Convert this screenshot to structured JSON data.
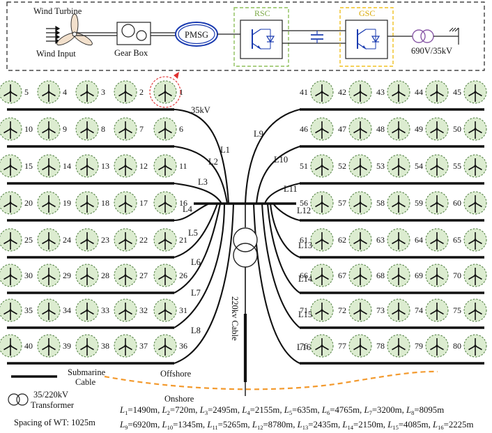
{
  "top_panel": {
    "wind_turbine_label": "Wind Turbine",
    "wind_input_label": "Wind Input",
    "gear_box_label": "Gear Box",
    "pmsg_label": "PMSG",
    "rsc_label": "RSC",
    "gsc_label": "GSC",
    "transformer_label": "690V/35kV",
    "colors": {
      "rsc_border": "#8dbf5a",
      "gsc_border": "#f0c020",
      "pmsg": "#1a3bb0",
      "converter": "#1a3bb0",
      "transformer": "#8a5aa8"
    }
  },
  "farm": {
    "left_rows": [
      [
        5,
        4,
        3,
        2,
        1
      ],
      [
        10,
        9,
        8,
        7,
        6
      ],
      [
        15,
        14,
        13,
        12,
        11
      ],
      [
        20,
        19,
        18,
        17,
        16
      ],
      [
        25,
        24,
        23,
        22,
        21
      ],
      [
        30,
        29,
        28,
        27,
        26
      ],
      [
        35,
        34,
        33,
        32,
        31
      ],
      [
        40,
        39,
        38,
        37,
        36
      ]
    ],
    "right_rows": [
      [
        41,
        42,
        43,
        44,
        45
      ],
      [
        46,
        47,
        48,
        49,
        50
      ],
      [
        51,
        52,
        53,
        54,
        55
      ],
      [
        56,
        57,
        58,
        59,
        60
      ],
      [
        61,
        62,
        63,
        64,
        65
      ],
      [
        66,
        67,
        68,
        69,
        70
      ],
      [
        71,
        72,
        73,
        74,
        75
      ],
      [
        76,
        77,
        78,
        79,
        80
      ]
    ],
    "feeder_labels": [
      "L1",
      "L2",
      "L3",
      "L4",
      "L5",
      "L6",
      "L7",
      "L8",
      "L9",
      "L10",
      "L11",
      "L12",
      "L13",
      "L14",
      "L15",
      "L16"
    ],
    "voltage_label": "35kV",
    "cable_label": "220kv Cable",
    "offshore_label": "Offshore",
    "onshore_label": "Onshore",
    "colors": {
      "turbine_circle": "#dcecd0",
      "circle_border": "#4a7a3a",
      "highlight": "#e03030",
      "boundary": "#f39a2e"
    }
  },
  "legend": {
    "cable_label_line1": "Submarine",
    "cable_label_line2": "Cable",
    "transformer_label_line1": "35/220kV",
    "transformer_label_line2": "Transformer",
    "spacing_text": "Spacing of WT: 1025m"
  },
  "lengths": {
    "line1": [
      {
        "n": "1",
        "v": "=1490m, "
      },
      {
        "n": "2",
        "v": "=720m, "
      },
      {
        "n": "3",
        "v": "=2495m, "
      },
      {
        "n": "4",
        "v": "=2155m, "
      },
      {
        "n": "5",
        "v": "=635m, "
      },
      {
        "n": "6",
        "v": "=4765m, "
      },
      {
        "n": "7",
        "v": "=3200m, "
      },
      {
        "n": "8",
        "v": "=8095m"
      }
    ],
    "line2": [
      {
        "n": "9",
        "v": "=6920m, "
      },
      {
        "n": "10",
        "v": "=1345m, "
      },
      {
        "n": "11",
        "v": "=5265m, "
      },
      {
        "n": "12",
        "v": "=8780m, "
      },
      {
        "n": "13",
        "v": "=2435m, "
      },
      {
        "n": "14",
        "v": "=2150m, "
      },
      {
        "n": "15",
        "v": "=4085m, "
      },
      {
        "n": "16",
        "v": "=2225m"
      }
    ]
  }
}
